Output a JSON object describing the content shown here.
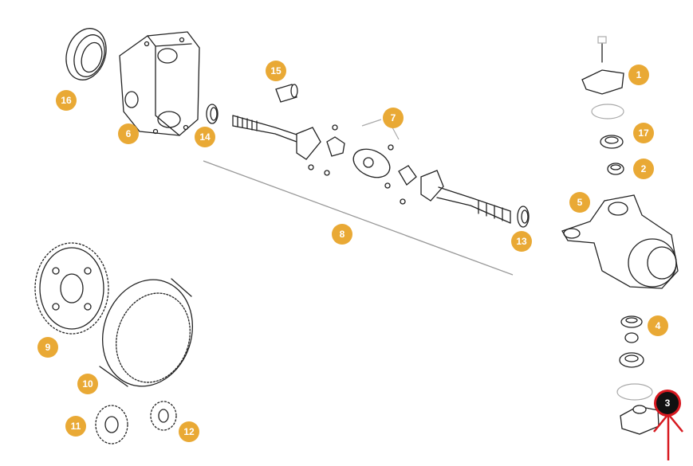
{
  "callouts": [
    {
      "id": "1",
      "label": "1"
    },
    {
      "id": "2",
      "label": "2"
    },
    {
      "id": "3",
      "label": "3",
      "selected": true
    },
    {
      "id": "4",
      "label": "4"
    },
    {
      "id": "5",
      "label": "5"
    },
    {
      "id": "6",
      "label": "6"
    },
    {
      "id": "7",
      "label": "7"
    },
    {
      "id": "8",
      "label": "8"
    },
    {
      "id": "9",
      "label": "9"
    },
    {
      "id": "10",
      "label": "10"
    },
    {
      "id": "11",
      "label": "11"
    },
    {
      "id": "12",
      "label": "12"
    },
    {
      "id": "13",
      "label": "13"
    },
    {
      "id": "14",
      "label": "14"
    },
    {
      "id": "15",
      "label": "15"
    },
    {
      "id": "16",
      "label": "16"
    },
    {
      "id": "17",
      "label": "17"
    }
  ],
  "colors": {
    "badge": "#e9a935",
    "badge_selected": "#111111",
    "highlight": "#d71920",
    "line_art": "#222222"
  },
  "icons": {
    "pointer": "arrow-up-icon"
  }
}
